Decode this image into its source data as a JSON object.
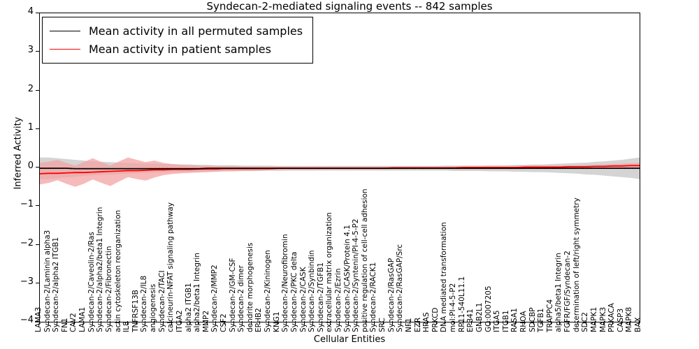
{
  "chart_data": {
    "type": "line",
    "title": "Syndecan-2-mediated signaling events -- 842 samples",
    "xlabel": "Cellular Entities",
    "ylabel": "Inferred Activity",
    "ylim": [
      -4,
      4
    ],
    "yticks": [
      4,
      3,
      2,
      1,
      0,
      -1,
      -2,
      -3,
      -4
    ],
    "grid": false,
    "legend_position": "upper left",
    "legend": [
      {
        "name": "Mean activity in all permuted samples",
        "color": "#000000",
        "style": "solid-dotted"
      },
      {
        "name": "Mean activity in patient samples",
        "color": "#ff0000",
        "style": "solid"
      }
    ],
    "categories": [
      "LAMA3",
      "Syndecan-2/Laminin alpha3",
      "Syndecan-2/alpha2 ITGB1",
      "FN1",
      "CAV2",
      "LAMA1",
      "Syndecan-2/Caveolin-2/Ras",
      "Syndecan-2/alpha2/beta1 Integrin",
      "Syndecan-2/Fibronectin",
      "actin cytoskeleton reorganization",
      "IL8",
      "TNFRSF13B",
      "Syndecan-2/IL8",
      "angiogenesis",
      "Syndecan-2/TACI",
      "calcineurin-NFAT signaling pathway",
      "ITGA2",
      "alpha2 ITGB1",
      "alpha2/beta1 Integrin",
      "MMP2",
      "Syndecan-2/MMP2",
      "CSF2",
      "Syndecan-2/GM-CSF",
      "Syndecan-2 dimer",
      "dendrite morphogenesis",
      "EPHB2",
      "Syndecan-2/Kininogen",
      "KNG1",
      "Syndecan-2/Neurofibromin",
      "Syndecan-2/PKC delta",
      "Syndecan-2/CASK",
      "Syndecan-2/Synbindin",
      "Syndecan-2/TGFB1",
      "extracellular matrix organization",
      "Syndecan-2/Ezrin",
      "Syndecan-2/CASK/Protein 4.1",
      "Syndecan-2/Syntenin/PI-4-5-P2",
      "positive regulation of cell-cell adhesion",
      "Syndecan-2/RACK1",
      "SRC",
      "Syndecan-2/RasGAP",
      "Syndecan-2/RasGAP/Src",
      "NF1",
      "EZR",
      "HRAS",
      "PRKCD",
      "DNA mediated transformation",
      "mol:PI-4-5-P2",
      "RP11-540L11.1",
      "EPB41",
      "GNB2L1",
      "GO:0007205",
      "ITGA5",
      "ITGB1",
      "RASA1",
      "RHOA",
      "SDCBP",
      "TGFB1",
      "TRAPPC4",
      "alpha5/beta1 Integrin",
      "FGFR/FGF/Syndecan-2",
      "determination of left/right symmetry",
      "SDC2",
      "MAPK1",
      "MAPK3",
      "PRKACA",
      "CASP3",
      "MAPK8",
      "BAX"
    ],
    "series": [
      {
        "name": "Mean activity in all permuted samples",
        "color": "#000000",
        "band_color": "#cccccc",
        "values": [
          -0.02,
          -0.02,
          -0.02,
          -0.02,
          -0.03,
          -0.03,
          -0.03,
          -0.03,
          -0.03,
          -0.03,
          -0.03,
          -0.03,
          -0.03,
          -0.03,
          -0.03,
          -0.03,
          -0.03,
          -0.03,
          -0.03,
          -0.02,
          -0.02,
          -0.02,
          -0.02,
          -0.02,
          -0.02,
          -0.02,
          -0.02,
          -0.02,
          -0.02,
          -0.02,
          -0.02,
          -0.02,
          -0.02,
          -0.02,
          -0.02,
          -0.02,
          -0.02,
          -0.02,
          -0.02,
          -0.02,
          -0.02,
          -0.02,
          -0.02,
          -0.02,
          -0.02,
          -0.02,
          -0.02,
          -0.02,
          -0.02,
          -0.02,
          -0.02,
          -0.02,
          -0.02,
          -0.02,
          -0.02,
          -0.02,
          -0.02,
          -0.02,
          -0.02,
          -0.02,
          -0.02,
          -0.02,
          -0.02,
          -0.02,
          -0.02,
          -0.02,
          -0.02,
          -0.02,
          -0.02
        ],
        "band_lower": [
          -0.3,
          -0.3,
          -0.28,
          -0.26,
          -0.24,
          -0.22,
          -0.2,
          -0.19,
          -0.18,
          -0.17,
          -0.16,
          -0.15,
          -0.14,
          -0.13,
          -0.13,
          -0.12,
          -0.12,
          -0.11,
          -0.11,
          -0.1,
          -0.1,
          -0.1,
          -0.09,
          -0.09,
          -0.09,
          -0.09,
          -0.08,
          -0.08,
          -0.08,
          -0.08,
          -0.08,
          -0.08,
          -0.08,
          -0.08,
          -0.08,
          -0.08,
          -0.08,
          -0.08,
          -0.08,
          -0.08,
          -0.08,
          -0.08,
          -0.08,
          -0.08,
          -0.08,
          -0.08,
          -0.08,
          -0.09,
          -0.09,
          -0.09,
          -0.09,
          -0.1,
          -0.1,
          -0.1,
          -0.11,
          -0.11,
          -0.12,
          -0.12,
          -0.13,
          -0.14,
          -0.15,
          -0.16,
          -0.18,
          -0.19,
          -0.21,
          -0.23,
          -0.25,
          -0.27,
          -0.3
        ],
        "band_upper": [
          0.26,
          0.26,
          0.24,
          0.22,
          0.2,
          0.18,
          0.16,
          0.15,
          0.14,
          0.13,
          0.12,
          0.11,
          0.1,
          0.1,
          0.09,
          0.09,
          0.08,
          0.08,
          0.07,
          0.07,
          0.06,
          0.06,
          0.06,
          0.05,
          0.05,
          0.05,
          0.05,
          0.04,
          0.04,
          0.04,
          0.04,
          0.04,
          0.04,
          0.04,
          0.04,
          0.04,
          0.04,
          0.04,
          0.04,
          0.04,
          0.04,
          0.04,
          0.04,
          0.04,
          0.04,
          0.04,
          0.05,
          0.05,
          0.05,
          0.05,
          0.05,
          0.06,
          0.06,
          0.06,
          0.07,
          0.07,
          0.08,
          0.08,
          0.09,
          0.1,
          0.11,
          0.12,
          0.13,
          0.15,
          0.16,
          0.18,
          0.2,
          0.23,
          0.26
        ]
      },
      {
        "name": "Mean activity in patient samples",
        "color": "#ff0000",
        "band_color": "#f4a3a3",
        "values": [
          -0.16,
          -0.15,
          -0.15,
          -0.14,
          -0.13,
          -0.13,
          -0.12,
          -0.11,
          -0.1,
          -0.09,
          -0.08,
          -0.08,
          -0.07,
          -0.06,
          -0.06,
          -0.05,
          -0.05,
          -0.05,
          -0.04,
          -0.04,
          -0.04,
          -0.03,
          -0.03,
          -0.03,
          -0.03,
          -0.03,
          -0.03,
          -0.02,
          -0.02,
          -0.02,
          -0.02,
          -0.02,
          -0.02,
          -0.02,
          -0.02,
          -0.02,
          -0.02,
          -0.02,
          -0.02,
          -0.02,
          -0.01,
          -0.01,
          -0.01,
          -0.01,
          -0.01,
          -0.01,
          -0.01,
          -0.01,
          0.0,
          0.0,
          0.0,
          0.0,
          0.0,
          0.0,
          0.0,
          0.01,
          0.01,
          0.01,
          0.01,
          0.01,
          0.02,
          0.02,
          0.02,
          0.03,
          0.03,
          0.04,
          0.04,
          0.05,
          0.05
        ],
        "band_lower": [
          -0.44,
          -0.4,
          -0.33,
          -0.42,
          -0.5,
          -0.42,
          -0.31,
          -0.4,
          -0.48,
          -0.36,
          -0.25,
          -0.3,
          -0.34,
          -0.26,
          -0.2,
          -0.17,
          -0.15,
          -0.14,
          -0.13,
          -0.12,
          -0.11,
          -0.1,
          -0.1,
          -0.09,
          -0.09,
          -0.08,
          -0.08,
          -0.08,
          -0.07,
          -0.07,
          -0.07,
          -0.07,
          -0.06,
          -0.06,
          -0.06,
          -0.06,
          -0.06,
          -0.06,
          -0.06,
          -0.06,
          -0.05,
          -0.05,
          -0.05,
          -0.05,
          -0.05,
          -0.05,
          -0.05,
          -0.05,
          -0.05,
          -0.05,
          -0.05,
          -0.05,
          -0.05,
          -0.05,
          -0.05,
          -0.04,
          -0.04,
          -0.04,
          -0.04,
          -0.04,
          -0.04,
          -0.04,
          -0.04,
          -0.03,
          -0.03,
          -0.02,
          -0.02,
          -0.01,
          -0.01
        ],
        "band_upper": [
          0.12,
          0.15,
          0.2,
          0.12,
          0.05,
          0.14,
          0.24,
          0.14,
          0.05,
          0.16,
          0.26,
          0.2,
          0.14,
          0.18,
          0.12,
          0.09,
          0.07,
          0.06,
          0.05,
          0.05,
          0.04,
          0.04,
          0.04,
          0.03,
          0.03,
          0.03,
          0.03,
          0.03,
          0.03,
          0.03,
          0.03,
          0.03,
          0.03,
          0.03,
          0.03,
          0.03,
          0.03,
          0.03,
          0.03,
          0.03,
          0.03,
          0.03,
          0.03,
          0.03,
          0.03,
          0.03,
          0.03,
          0.03,
          0.04,
          0.04,
          0.04,
          0.04,
          0.04,
          0.04,
          0.04,
          0.05,
          0.05,
          0.05,
          0.05,
          0.05,
          0.06,
          0.06,
          0.07,
          0.07,
          0.08,
          0.09,
          0.1,
          0.11,
          0.12
        ]
      }
    ]
  }
}
